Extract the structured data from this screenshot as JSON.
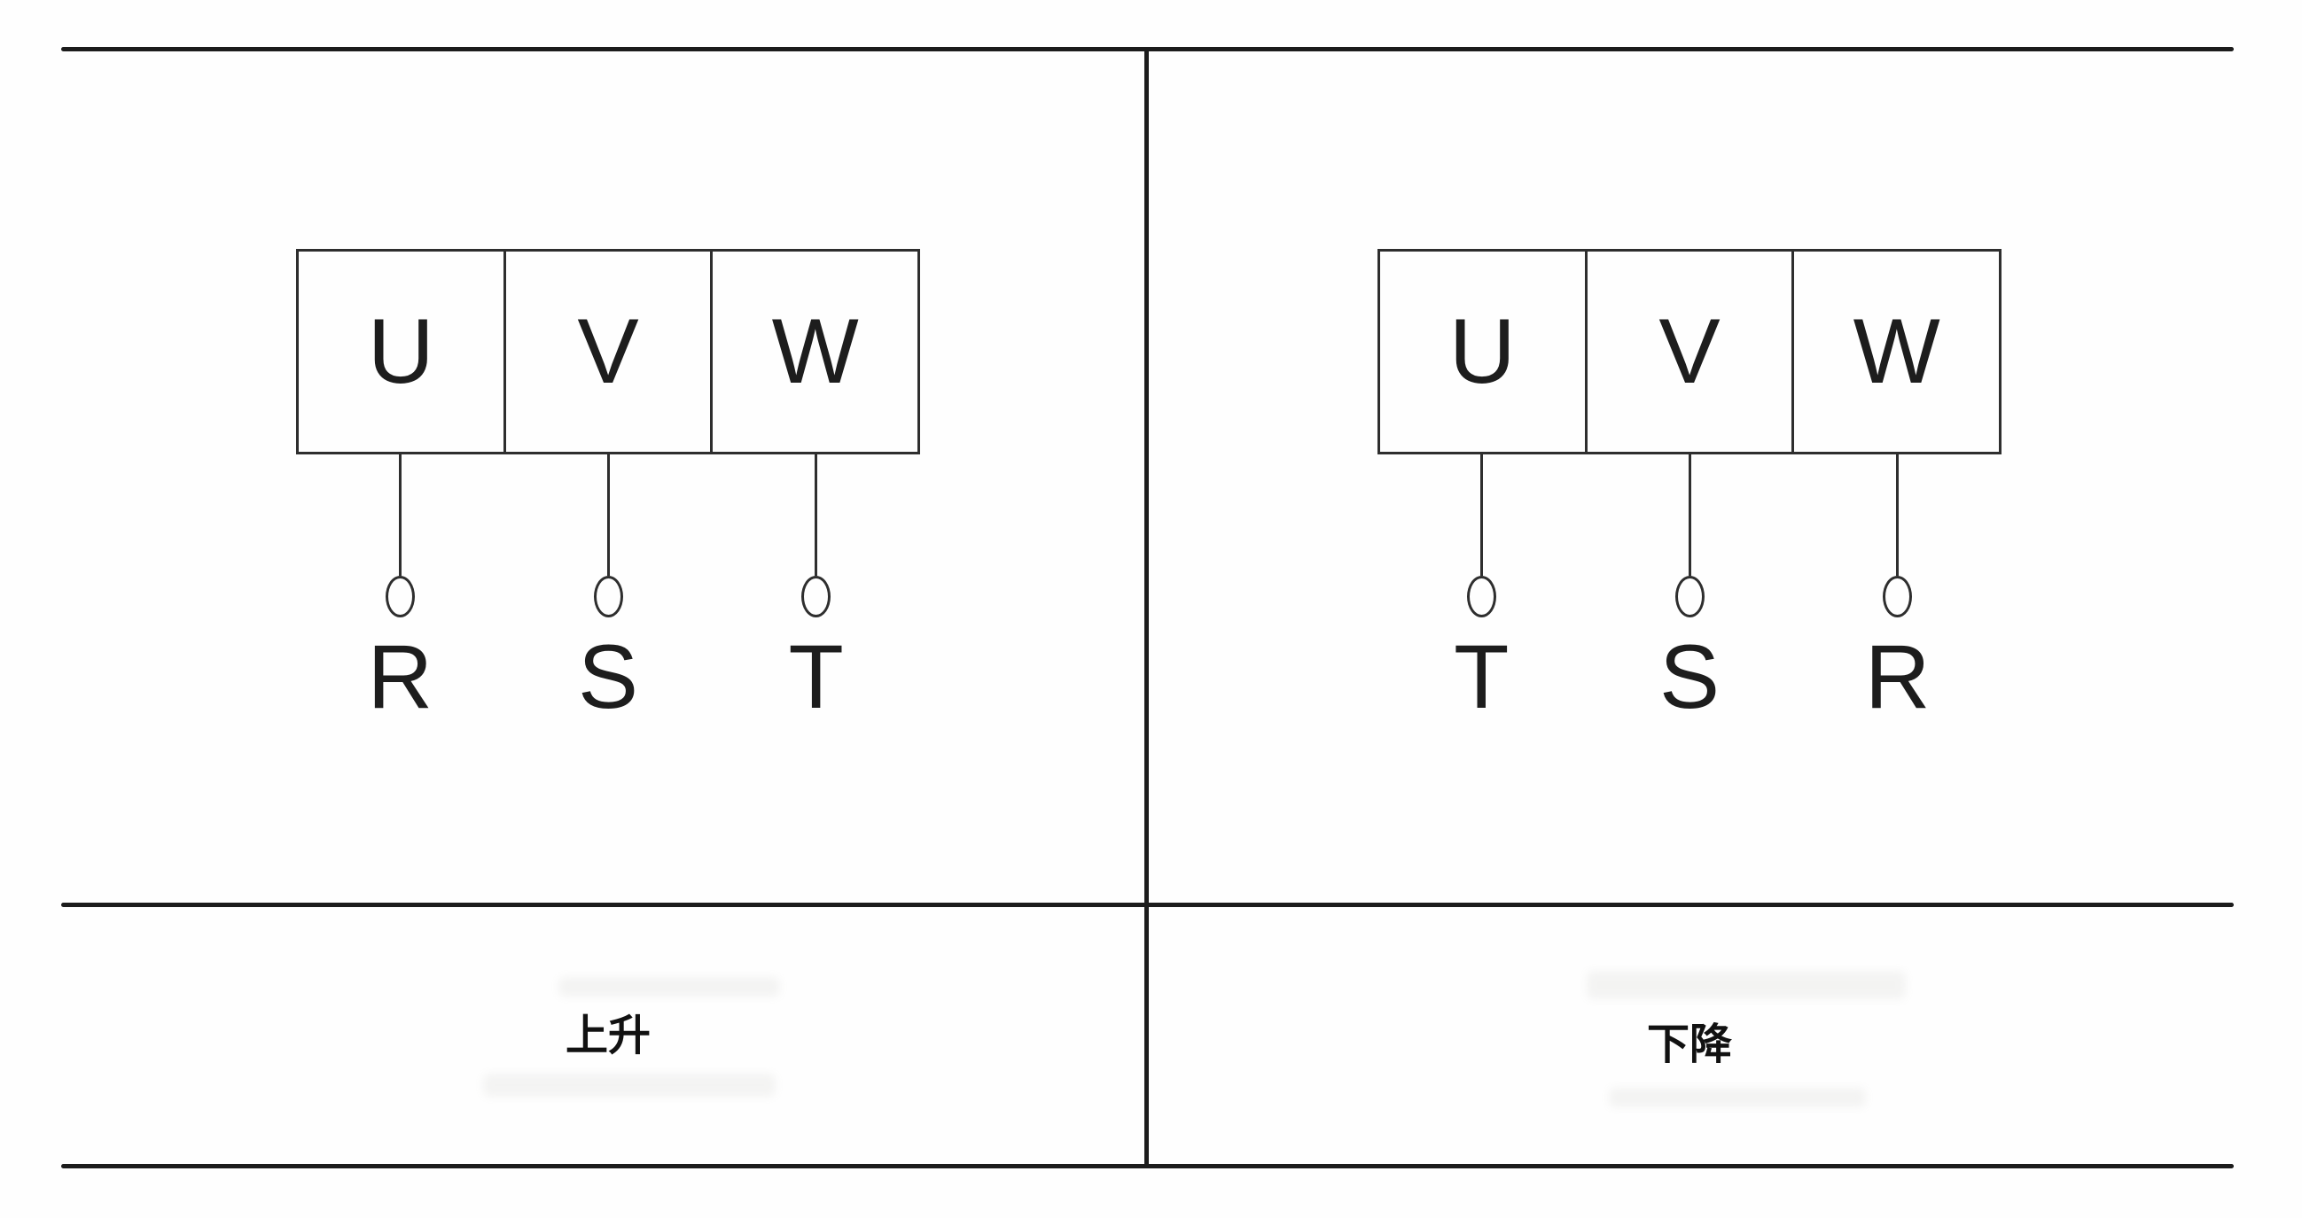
{
  "diagram": {
    "title": "phase-sequence-wiring-diagram",
    "background_color": "#fefefe",
    "line_color": "#1c1c1c",
    "text_color": "#1d1d1d",
    "panels": [
      {
        "name": "rise",
        "terminals": [
          "U",
          "V",
          "W"
        ],
        "phases": [
          "R",
          "S",
          "T"
        ],
        "caption": "上升"
      },
      {
        "name": "fall",
        "terminals": [
          "U",
          "V",
          "W"
        ],
        "phases": [
          "T",
          "S",
          "R"
        ],
        "caption": "下降"
      }
    ]
  }
}
